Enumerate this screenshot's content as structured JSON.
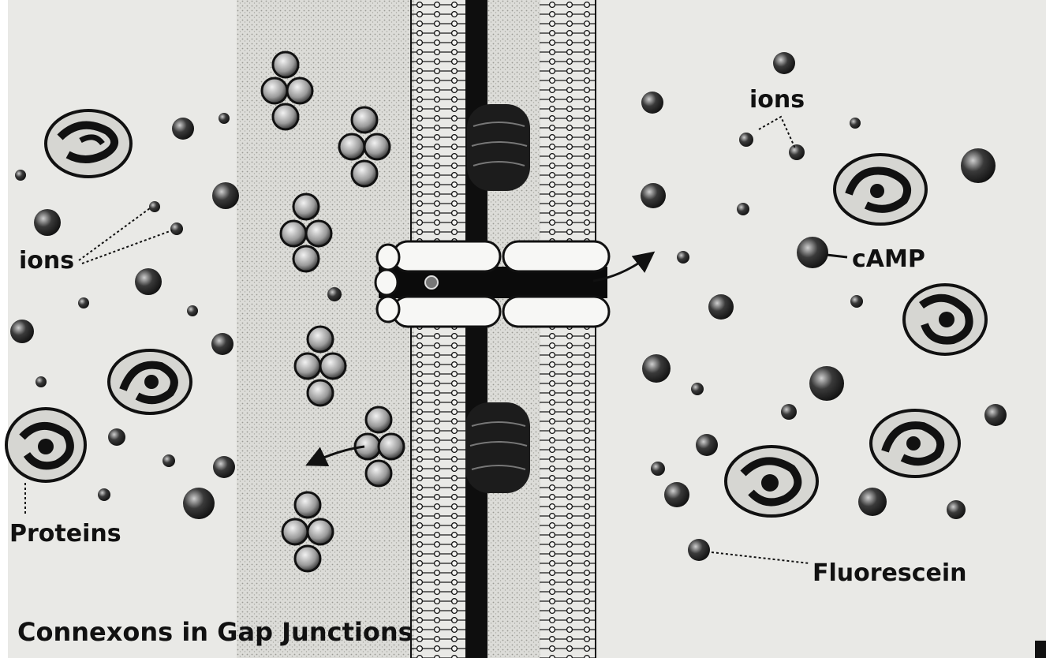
{
  "colors": {
    "background": "#e9e9e6",
    "ink": "#111111",
    "membrane_stripe": "#c9c9c4",
    "stipple": "#b9b9b3"
  },
  "labels": {
    "ions_left": "ions",
    "ions_right": "ions",
    "camp": "cAMP",
    "proteins": "Proteins",
    "fluorescein": "Fluorescein",
    "caption": "Connexons in Gap Junctions"
  }
}
